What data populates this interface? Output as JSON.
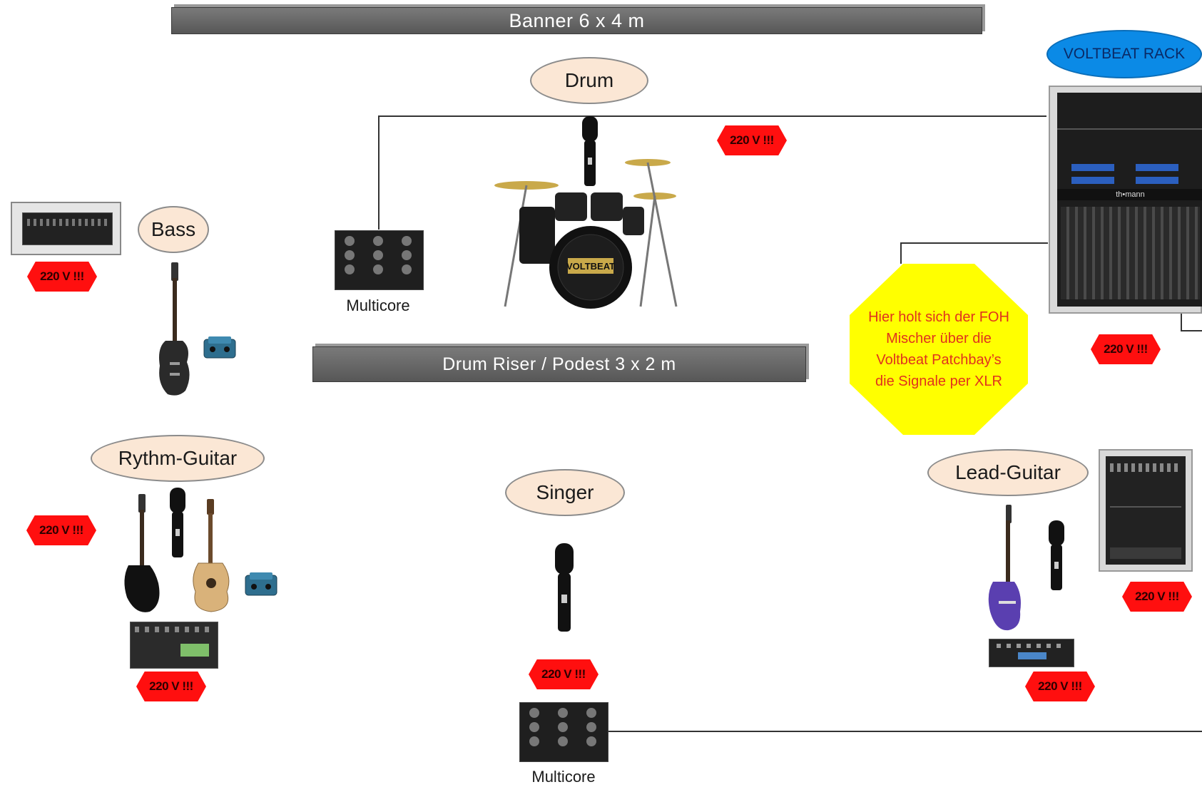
{
  "banner_top": "Banner 6 x 4 m",
  "drum_riser": "Drum Riser / Podest 3 x 2 m",
  "labels": {
    "drum": "Drum",
    "bass": "Bass",
    "rhythm_guitar": "Rythm-Guitar",
    "singer": "Singer",
    "lead_guitar": "Lead-Guitar",
    "voltbeat_rack": "VOLTBEAT RACK"
  },
  "power_badge": "220 V !!!",
  "multicore_label": "Multicore",
  "foh_note": "Hier holt sich der FOH Mischer über die Voltbeat Patchbay’s die Signale per XLR",
  "drum_logo": "VOLTBEAT",
  "rack_brand": "th•mann",
  "colors": {
    "badge_red": "#ff0f0f",
    "ellipse_fill": "#fbe7d5",
    "rack_label_blue": "#0b8ae6",
    "note_yellow": "#ffff00",
    "note_text": "#e0321e",
    "banner_gray": "#6a6a6a"
  }
}
